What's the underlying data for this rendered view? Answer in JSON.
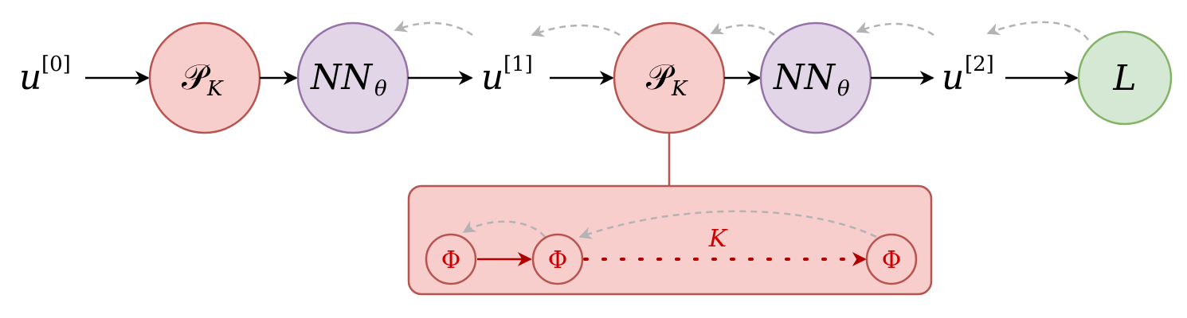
{
  "colors": {
    "projection_fill": "#f8cecc",
    "projection_stroke": "#b85450",
    "network_fill": "#e1d5e7",
    "network_stroke": "#9673a6",
    "loss_fill": "#d5e8d4",
    "loss_stroke": "#82b366",
    "forward_arrow": "#000000",
    "backward_arrow": "#b3b3b3",
    "inner_arrow": "#b20000",
    "inner_text": "#cc0000"
  },
  "states": {
    "u0": {
      "base": "u",
      "sup": "[0]"
    },
    "u1": {
      "base": "u",
      "sup": "[1]"
    },
    "u2": {
      "base": "u",
      "sup": "[2]"
    }
  },
  "nodes": {
    "projection": {
      "base": "𝒫",
      "sub": "K",
      "shape": "circle"
    },
    "network": {
      "base": "NN",
      "sub": "θ",
      "shape": "circle"
    },
    "loss": {
      "label": "L",
      "shape": "circle"
    },
    "phi": {
      "label": "Φ",
      "shape": "circle"
    }
  },
  "inner_box": {
    "repeat_label": "K",
    "icons": {
      "forward": "solid-arrow",
      "repeat": "dotted-arrow",
      "backward": "dashed-curved-arrow"
    }
  }
}
